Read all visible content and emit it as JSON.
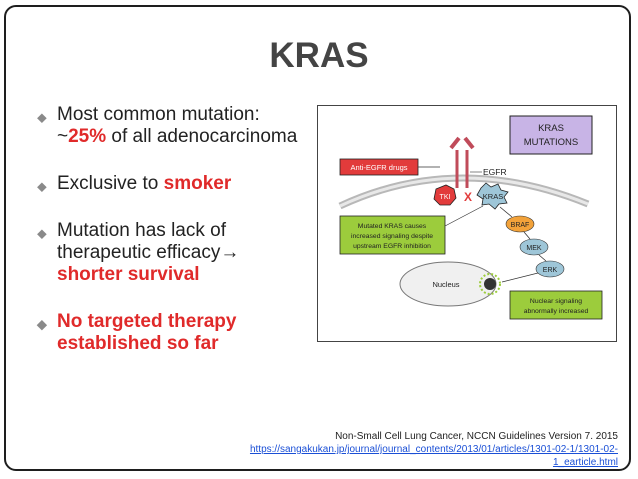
{
  "slide": {
    "title": "KRAS",
    "bullets": [
      {
        "pre": "Most common mutation: ~",
        "emph": "25%",
        "post": " of all adenocarcinoma"
      },
      {
        "pre": "Exclusive to ",
        "emph": "smoker",
        "post": ""
      },
      {
        "pre": "Mutation has lack of therapeutic efficacy",
        "arrow": "→",
        "emph": "shorter survival"
      },
      {
        "text": "No targeted therapy established so far"
      }
    ],
    "bullet_marker": "⬥"
  },
  "figure": {
    "box_title_line1": "KRAS",
    "box_title_line2": "MUTATIONS",
    "anti_egfr_label": "Anti-EGFR drugs",
    "egfr_label": "EGFR",
    "tki_label": "TKI",
    "x_mark": "X",
    "kras_label": "KRAS",
    "braf_label": "BRAF",
    "mek_label": "MEK",
    "erk_label": "ERK",
    "nucleus_label": "Nucleus",
    "mutated_note_line1": "Mutated KRAS causes",
    "mutated_note_line2": "increased signaling despite",
    "mutated_note_line3": "upstream EGFR inhibition",
    "nuclear_note_line1": "Nuclear signaling",
    "nuclear_note_line2": "abnormally increased"
  },
  "caption": {
    "source": "Non-Small Cell Lung Cancer, NCCN Guidelines Version 7. 2015",
    "url_line1": "https://sangakukan.jp/journal/journal_contents/2013/01/articles/1301-02-1/1301-02-",
    "url_line2": "1_earticle.html"
  },
  "colors": {
    "title": "#444444",
    "emphasis": "#e02a2a",
    "link": "#1a4fd6",
    "red_box": "#e23b3b",
    "green_box": "#9ccc3c",
    "purple_box": "#c8b4e6",
    "orange_node": "#f2a23a",
    "teal_node": "#9ec6d8"
  }
}
